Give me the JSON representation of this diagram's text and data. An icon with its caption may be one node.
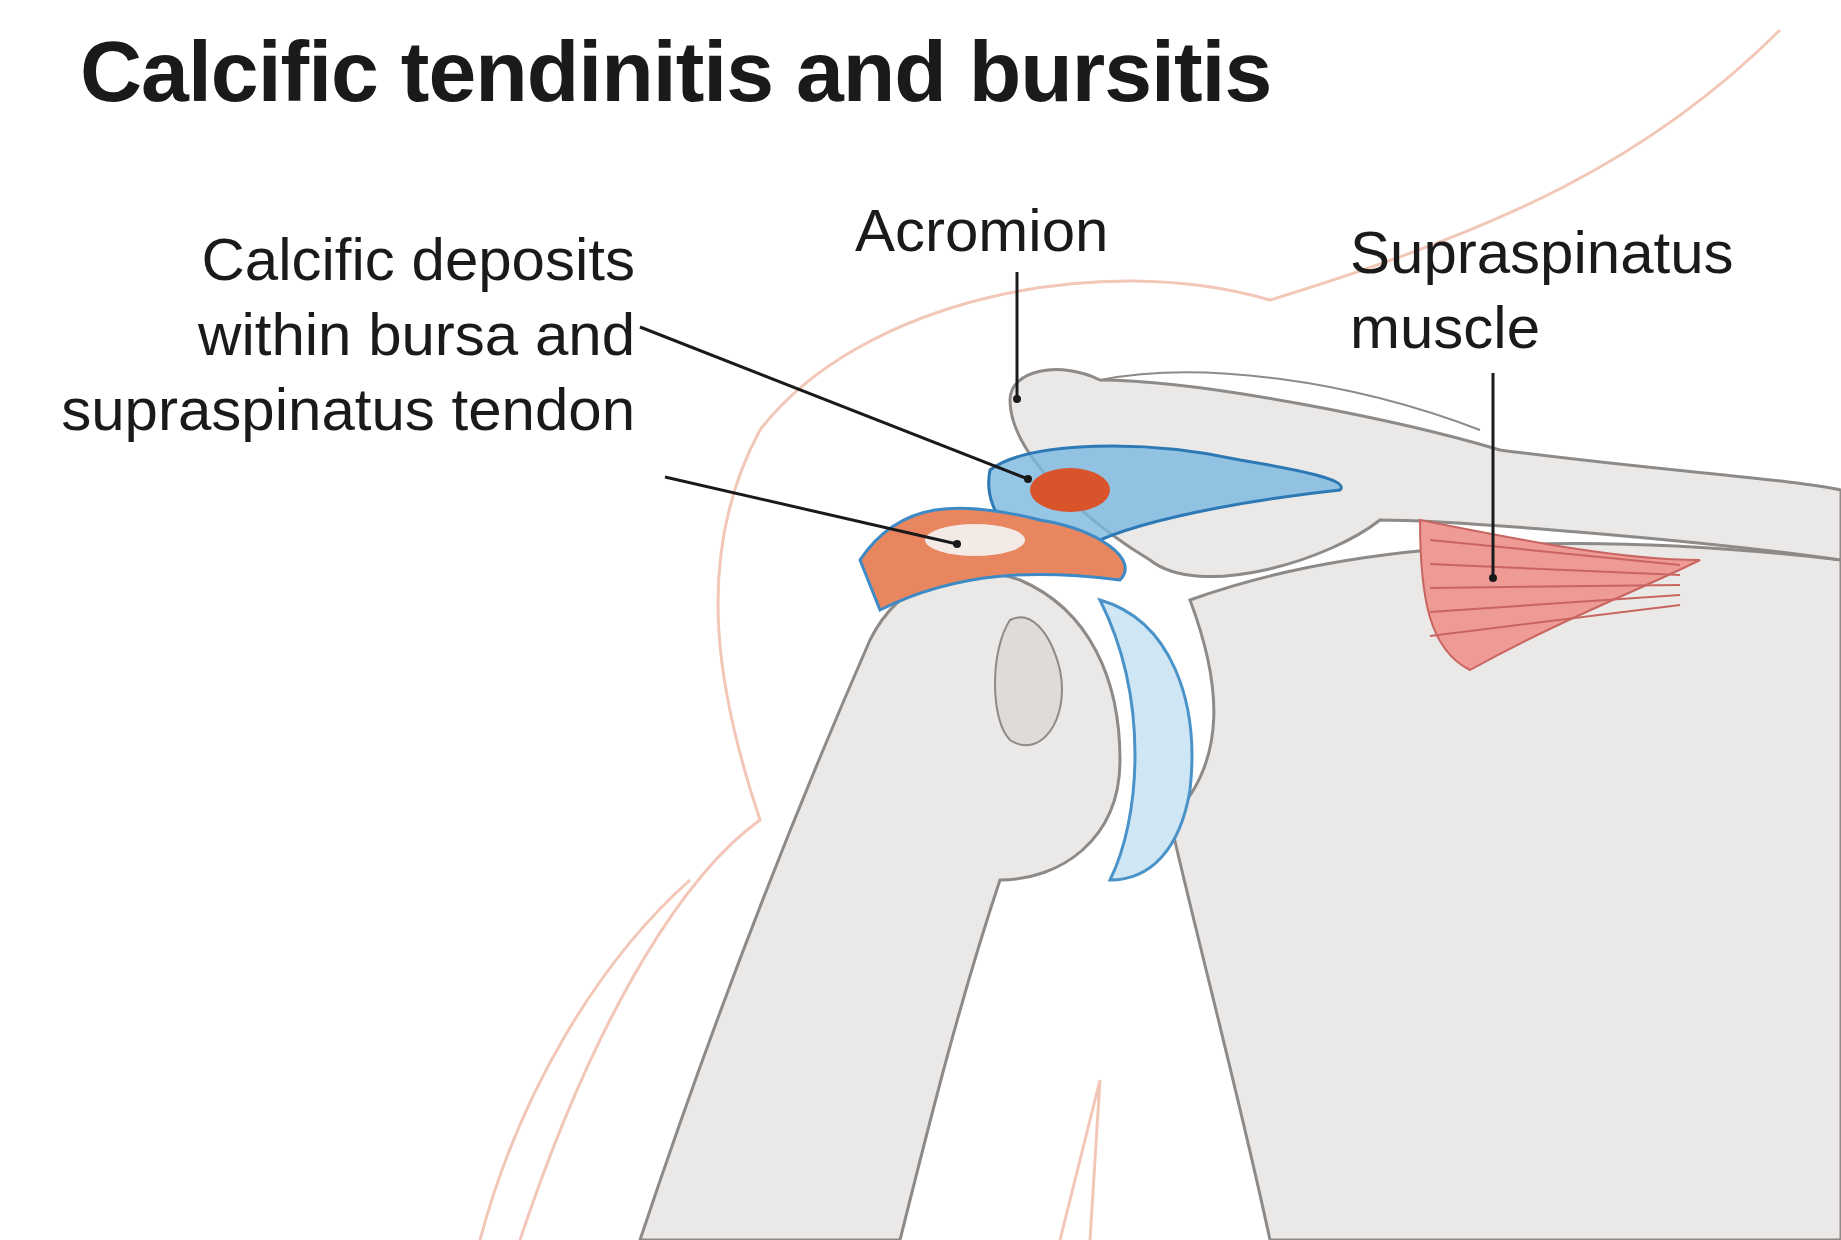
{
  "diagram": {
    "title": "Calcific tendinitis and bursitis",
    "nodes": [
      {
        "text": [
          "Calcific deposits within bursa and supraspinatus tendon"
        ]
      },
      {
        "text": [
          "Acromion"
        ]
      },
      {
        "text": [
          "Supraspinatus muscle"
        ]
      }
    ],
    "edges": [
      {
        "from": 0,
        "to": null,
        "arrow": "other"
      },
      {
        "from": 0,
        "to": null,
        "arrow": "other"
      },
      {
        "from": 1,
        "to": null,
        "arrow": "other"
      },
      {
        "from": 2,
        "to": null,
        "arrow": "other"
      }
    ]
  }
}
